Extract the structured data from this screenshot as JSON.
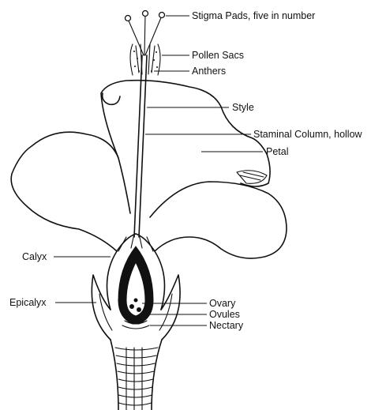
{
  "labels": {
    "stigma": "Stigma Pads, five in number",
    "pollen_sacs": "Pollen Sacs",
    "anthers": "Anthers",
    "style": "Style",
    "staminal_column": "Staminal Column, hollow",
    "petal": "Petal",
    "calyx": "Calyx",
    "epicalyx": "Epicalyx",
    "ovary": "Ovary",
    "ovules": "Ovules",
    "nectary": "Nectary"
  }
}
